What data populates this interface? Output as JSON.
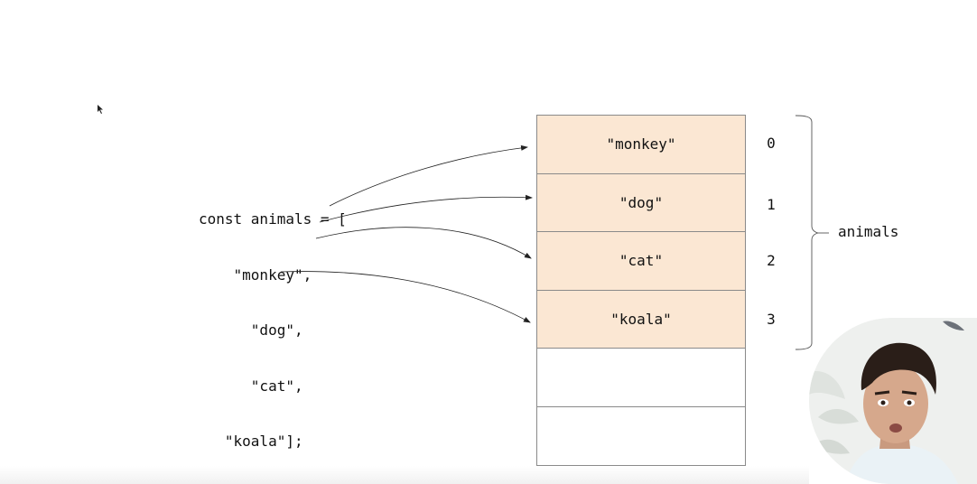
{
  "code": {
    "lines": [
      "const animals = [",
      "    \"monkey\",",
      "      \"dog\",",
      "      \"cat\",",
      "   \"koala\"];"
    ]
  },
  "memory": {
    "cells": [
      {
        "value": "\"monkey\"",
        "index": "0"
      },
      {
        "value": "\"dog\"",
        "index": "1"
      },
      {
        "value": "\"cat\"",
        "index": "2"
      },
      {
        "value": "\"koala\"",
        "index": "3"
      },
      {
        "value": "",
        "index": ""
      },
      {
        "value": "",
        "index": ""
      }
    ],
    "fill_color": "#fbe7d3",
    "border_color": "#8a8a8a"
  },
  "brace": {
    "label": "animals"
  }
}
